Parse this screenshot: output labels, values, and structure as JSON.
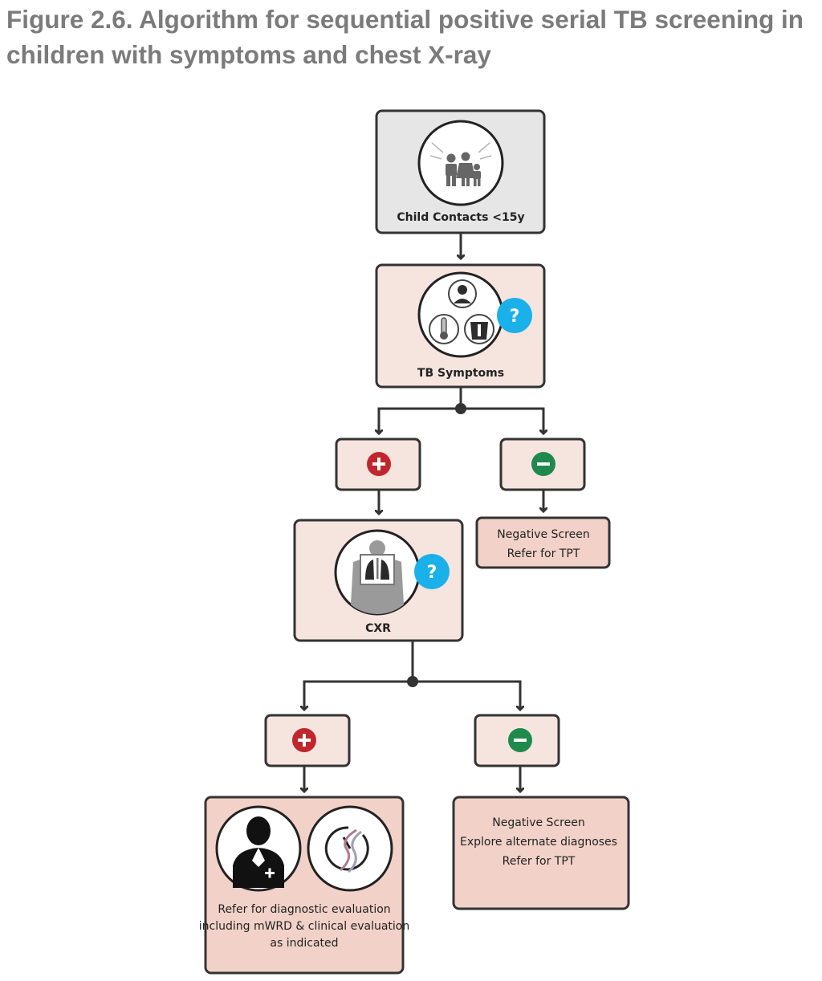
{
  "title": {
    "line1": "Figure 2.6. Algorithm for sequential positive serial TB screening in",
    "line2": "children with symptoms and chest X-ray"
  },
  "colors": {
    "box_grey": "#e6e6e6",
    "box_pink": "#f6e4de",
    "box_outcome": "#f2d2c8",
    "border": "#333333",
    "positive": "#c0272d",
    "negative": "#1f8a4c",
    "question": "#1ab0ea"
  },
  "nodes": {
    "contacts": {
      "label": "Child Contacts <15y",
      "icon": "family-icon"
    },
    "symptoms": {
      "label": "TB Symptoms",
      "icon": "symptoms-icon",
      "badge": "?"
    },
    "cxr": {
      "label": "CXR",
      "icon": "chest-xray-icon",
      "badge": "?"
    },
    "symptoms_negative_outcome": {
      "lines": [
        "Negative Screen",
        "Refer for TPT"
      ]
    },
    "cxr_negative_outcome": {
      "lines": [
        "Negative Screen",
        "Explore alternate diagnoses",
        "Refer for TPT"
      ]
    },
    "cxr_positive_outcome": {
      "lines": [
        "Refer for diagnostic evaluation",
        "including mWRD & clinical evaluation",
        "as indicated"
      ],
      "icons": [
        "doctor-icon",
        "dna-test-icon"
      ]
    }
  }
}
